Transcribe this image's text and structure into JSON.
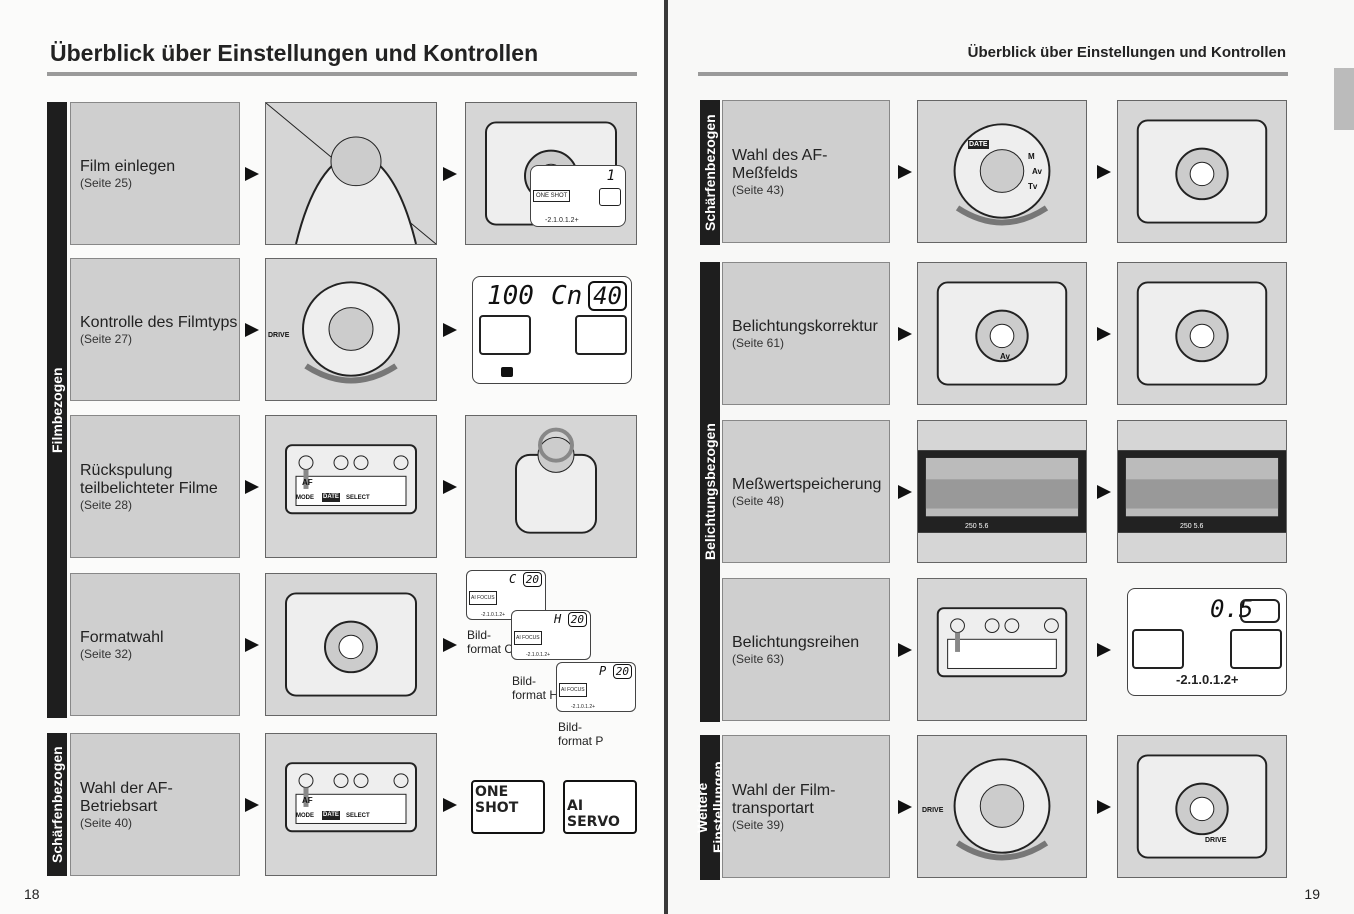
{
  "left": {
    "title": "Überblick über Einstellungen und Kontrollen",
    "page_number": "18",
    "bands": [
      "Filmbezogen",
      "Schärfenbezogen"
    ],
    "rows": [
      {
        "label": "Film einlegen",
        "page": "(Seite 25)"
      },
      {
        "label": "Kontrolle des Filmtyps",
        "page": "(Seite 27)"
      },
      {
        "label": "Rückspulung teilbelichteter Filme",
        "page": "(Seite 28)"
      },
      {
        "label": "Formatwahl",
        "page": "(Seite 32)"
      },
      {
        "label": "Wahl der AF-Betriebsart",
        "page": "(Seite 40)"
      }
    ],
    "lcd_row1": {
      "mode": "ONE SHOT",
      "scale": "-2.1.0.1.2+",
      "count": "1"
    },
    "lcd_row2": {
      "iso": "100",
      "cn": "Cn",
      "count": "40"
    },
    "panel": {
      "af": "AF",
      "mode": "MODE",
      "date": "DATE",
      "select": "SELECT"
    },
    "drive": "DRIVE",
    "formats": [
      {
        "letter": "C",
        "count": "20",
        "af": "AI FOCUS",
        "scale": "-2.1.0.1.2+",
        "caption1": "Bild-",
        "caption2": "format C"
      },
      {
        "letter": "H",
        "count": "20",
        "af": "AI FOCUS",
        "scale": "-2.1.0.1.2+",
        "caption1": "Bild-",
        "caption2": "format H"
      },
      {
        "letter": "P",
        "count": "20",
        "af": "AI FOCUS",
        "scale": "-2.1.0.1.2+",
        "caption1": "Bild-",
        "caption2": "format P"
      }
    ],
    "af_modes": [
      "ONE SHOT",
      "AI SERVO"
    ]
  },
  "right": {
    "title": "Überblick über Einstellungen und Kontrollen",
    "page_number": "19",
    "bands": [
      "Schärfenbezogen",
      "Belichtungsbezogen",
      "Weitere Einstellungen"
    ],
    "rows": [
      {
        "label": "Wahl des AF-Meßfelds",
        "page": "(Seite 43)"
      },
      {
        "label": "Belichtungskorrektur",
        "page": "(Seite 61)"
      },
      {
        "label": "Meßwertspeicherung",
        "page": "(Seite 48)"
      },
      {
        "label": "Belichtungsreihen",
        "page": "(Seite 63)"
      },
      {
        "label": "Wahl der Film-transportart",
        "page": "(Seite 39)"
      }
    ],
    "dial": {
      "m": "M",
      "av": "Av",
      "tv": "Tv",
      "date": "DATE"
    },
    "av": "Av",
    "bracket_lcd": {
      "value": "0.5",
      "scale": "-2.1.0.1.2+"
    },
    "viewfinder": "250 5.6",
    "drive": "DRIVE"
  },
  "colors": {
    "band": "#1e1e1e",
    "box": "#cfcfcf",
    "rule": "#9a9a9a"
  }
}
